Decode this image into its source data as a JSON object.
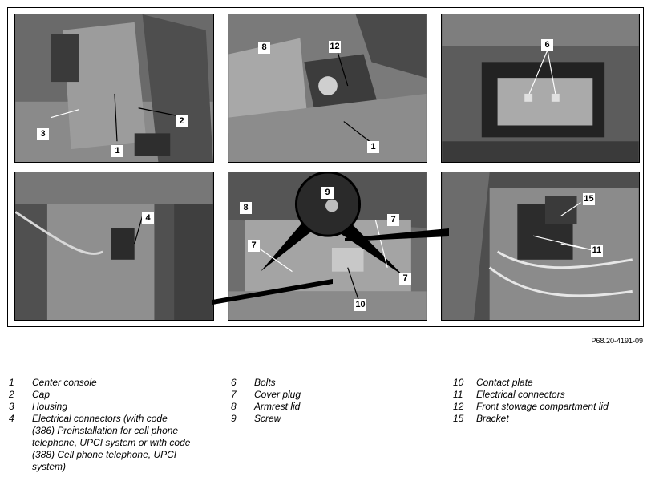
{
  "figure": {
    "code": "P68.20-4191-09",
    "panels": [
      {
        "name": "panel-1",
        "callouts": [
          "3",
          "1",
          "2"
        ]
      },
      {
        "name": "panel-2",
        "callouts": [
          "8",
          "12",
          "1"
        ]
      },
      {
        "name": "panel-3",
        "callouts": [
          "6"
        ]
      },
      {
        "name": "panel-4",
        "callouts": [
          "4"
        ]
      },
      {
        "name": "panel-5",
        "callouts": [
          "8",
          "9",
          "7",
          "7",
          "7",
          "10"
        ]
      },
      {
        "name": "panel-6",
        "callouts": [
          "15",
          "11"
        ]
      }
    ]
  },
  "legend": {
    "col1": [
      {
        "num": "1",
        "text": "Center console"
      },
      {
        "num": "2",
        "text": "Cap"
      },
      {
        "num": "3",
        "text": "Housing"
      },
      {
        "num": "4",
        "text": "Electrical connectors (with code (386) Preinstallation for cell phone telephone, UPCI system or with code (388) Cell phone telephone, UPCI system)"
      }
    ],
    "col2": [
      {
        "num": "6",
        "text": "Bolts"
      },
      {
        "num": "7",
        "text": "Cover plug"
      },
      {
        "num": "8",
        "text": "Armrest lid"
      },
      {
        "num": "9",
        "text": "Screw"
      }
    ],
    "col3": [
      {
        "num": "10",
        "text": "Contact plate"
      },
      {
        "num": "11",
        "text": "Electrical connectors"
      },
      {
        "num": "12",
        "text": "Front stowage compartment lid"
      },
      {
        "num": "15",
        "text": "Bracket"
      }
    ]
  }
}
